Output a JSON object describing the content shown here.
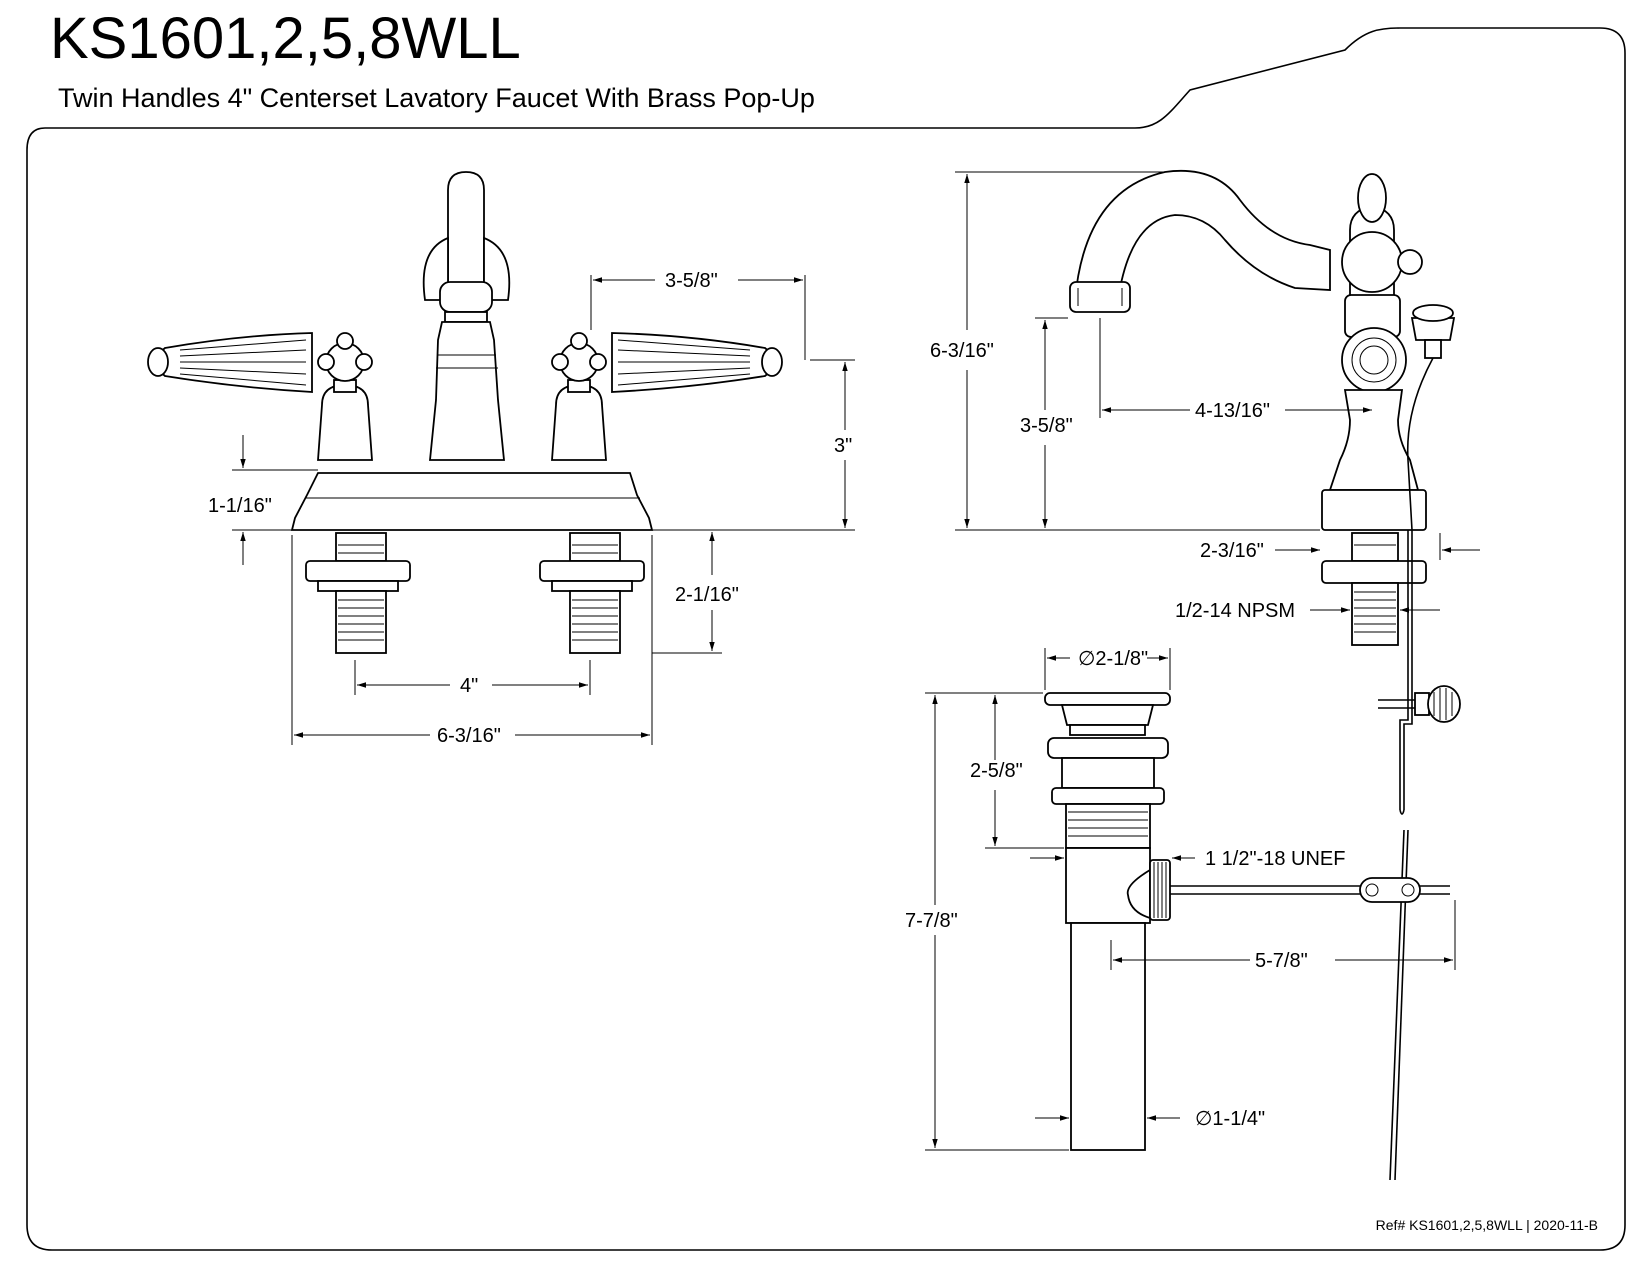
{
  "header": {
    "model": "KS1601,2,5,8WLL",
    "description": "Twin Handles 4\" Centerset Lavatory Faucet With Brass Pop-Up"
  },
  "front_view": {
    "dims": {
      "handle_spread": "3-5/8\"",
      "height": "3\"",
      "deck_height": "1-1/16\"",
      "shank_length": "2-1/16\"",
      "center": "4\"",
      "overall_width": "6-3/16\""
    }
  },
  "side_view": {
    "dims": {
      "overall_height": "6-3/16\"",
      "spout_height": "3-5/8\"",
      "spout_reach": "4-13/16\"",
      "base_depth": "2-3/16\"",
      "thread": "1/2-14 NPSM"
    }
  },
  "popup_view": {
    "dims": {
      "flange_dia": "∅2-1/8\"",
      "flange_height": "2-5/8\"",
      "overall_length": "7-7/8\"",
      "thread": "1 1/2\"-18 UNEF",
      "rod_reach": "5-7/8\"",
      "tail_dia": "∅1-1/4\""
    }
  },
  "footer": {
    "ref": "Ref# KS1601,2,5,8WLL | 2020-11-B"
  }
}
